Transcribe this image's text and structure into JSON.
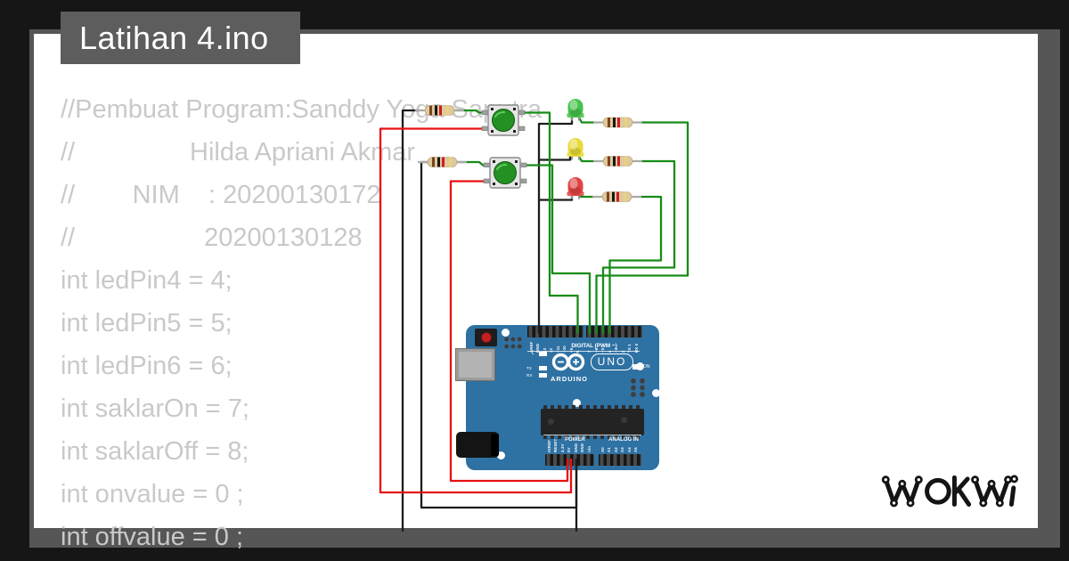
{
  "window": {
    "title": "Latihan 4.ino"
  },
  "brand": {
    "logo_text": "WOKWI"
  },
  "code": {
    "lines": [
      "//Pembuat Program:Sanddy Yoga Saputra",
      "//                Hilda Apriani Akmar",
      "//        NIM    : 20200130172",
      "//                  20200130128",
      "int ledPin4 = 4;",
      "int ledPin5 = 5;",
      "int ledPin6 = 6;",
      "int saklarOn = 7;",
      "int saklarOff = 8;",
      "int onvalue = 0 ;",
      "int offvalue = 0 ;"
    ]
  },
  "board": {
    "name": "Arduino UNO",
    "labels": {
      "digital_header": "DIGITAL (PWM ~)",
      "digital_left": [
        "AREF",
        "GND",
        "13",
        "12",
        "~11",
        "~10",
        "~9",
        "8"
      ],
      "digital_right": [
        "7",
        "~6",
        "~5",
        "4",
        "~3",
        "2",
        "TX 1",
        "RX 0"
      ],
      "power_header": "POWER",
      "analog_header": "ANALOG IN",
      "power_pins": [
        "IOREF",
        "RESET",
        "3.3V",
        "5V",
        "GND",
        "GND",
        "Vin"
      ],
      "analog_pins": [
        "A0",
        "A1",
        "A2",
        "A3",
        "A4",
        "A5"
      ],
      "logo_main": "UNO",
      "logo_sub": "ARDUINO",
      "led_l": "L",
      "led_tx": "TX",
      "led_rx": "RX",
      "led_on": "ON",
      "logo_minus": "−",
      "logo_plus": "+"
    }
  },
  "components": {
    "buttons": [
      "pushbutton-1",
      "pushbutton-2"
    ],
    "leds": [
      "led-green",
      "led-yellow",
      "led-red"
    ],
    "resistor_count": 5
  },
  "colors": {
    "frame_bg": "#161616",
    "frame_border": "#565656",
    "titlebar_bg": "#5d5d5d",
    "titlebar_text": "#ffffff",
    "page_bg": "#ffffff",
    "code_text": "#c9c9c9",
    "wire_green": "#178c17",
    "wire_red": "#e81010",
    "wire_black": "#1c1c1c",
    "board_blue": "#2e71a3",
    "led_green": "#45c24a",
    "led_yellow": "#e7da3a",
    "led_red": "#e04343",
    "button_cap": "#239023",
    "resistor_body": "#dfc99f",
    "logo_ink": "#141414"
  }
}
